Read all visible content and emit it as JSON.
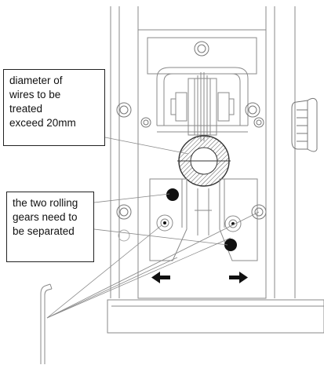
{
  "annotations": {
    "diameter_lines": [
      "diameter of",
      "wires to be",
      "treated",
      "exceed 20mm"
    ],
    "gears_lines": [
      "the two rolling",
      "gears need to",
      "be separated"
    ]
  },
  "colors": {
    "line": "#8a8a8a",
    "ink": "#111111",
    "hatch": "#555555",
    "background": "#ffffff"
  },
  "icons": [
    "left-arrow",
    "right-arrow",
    "hex-key"
  ]
}
